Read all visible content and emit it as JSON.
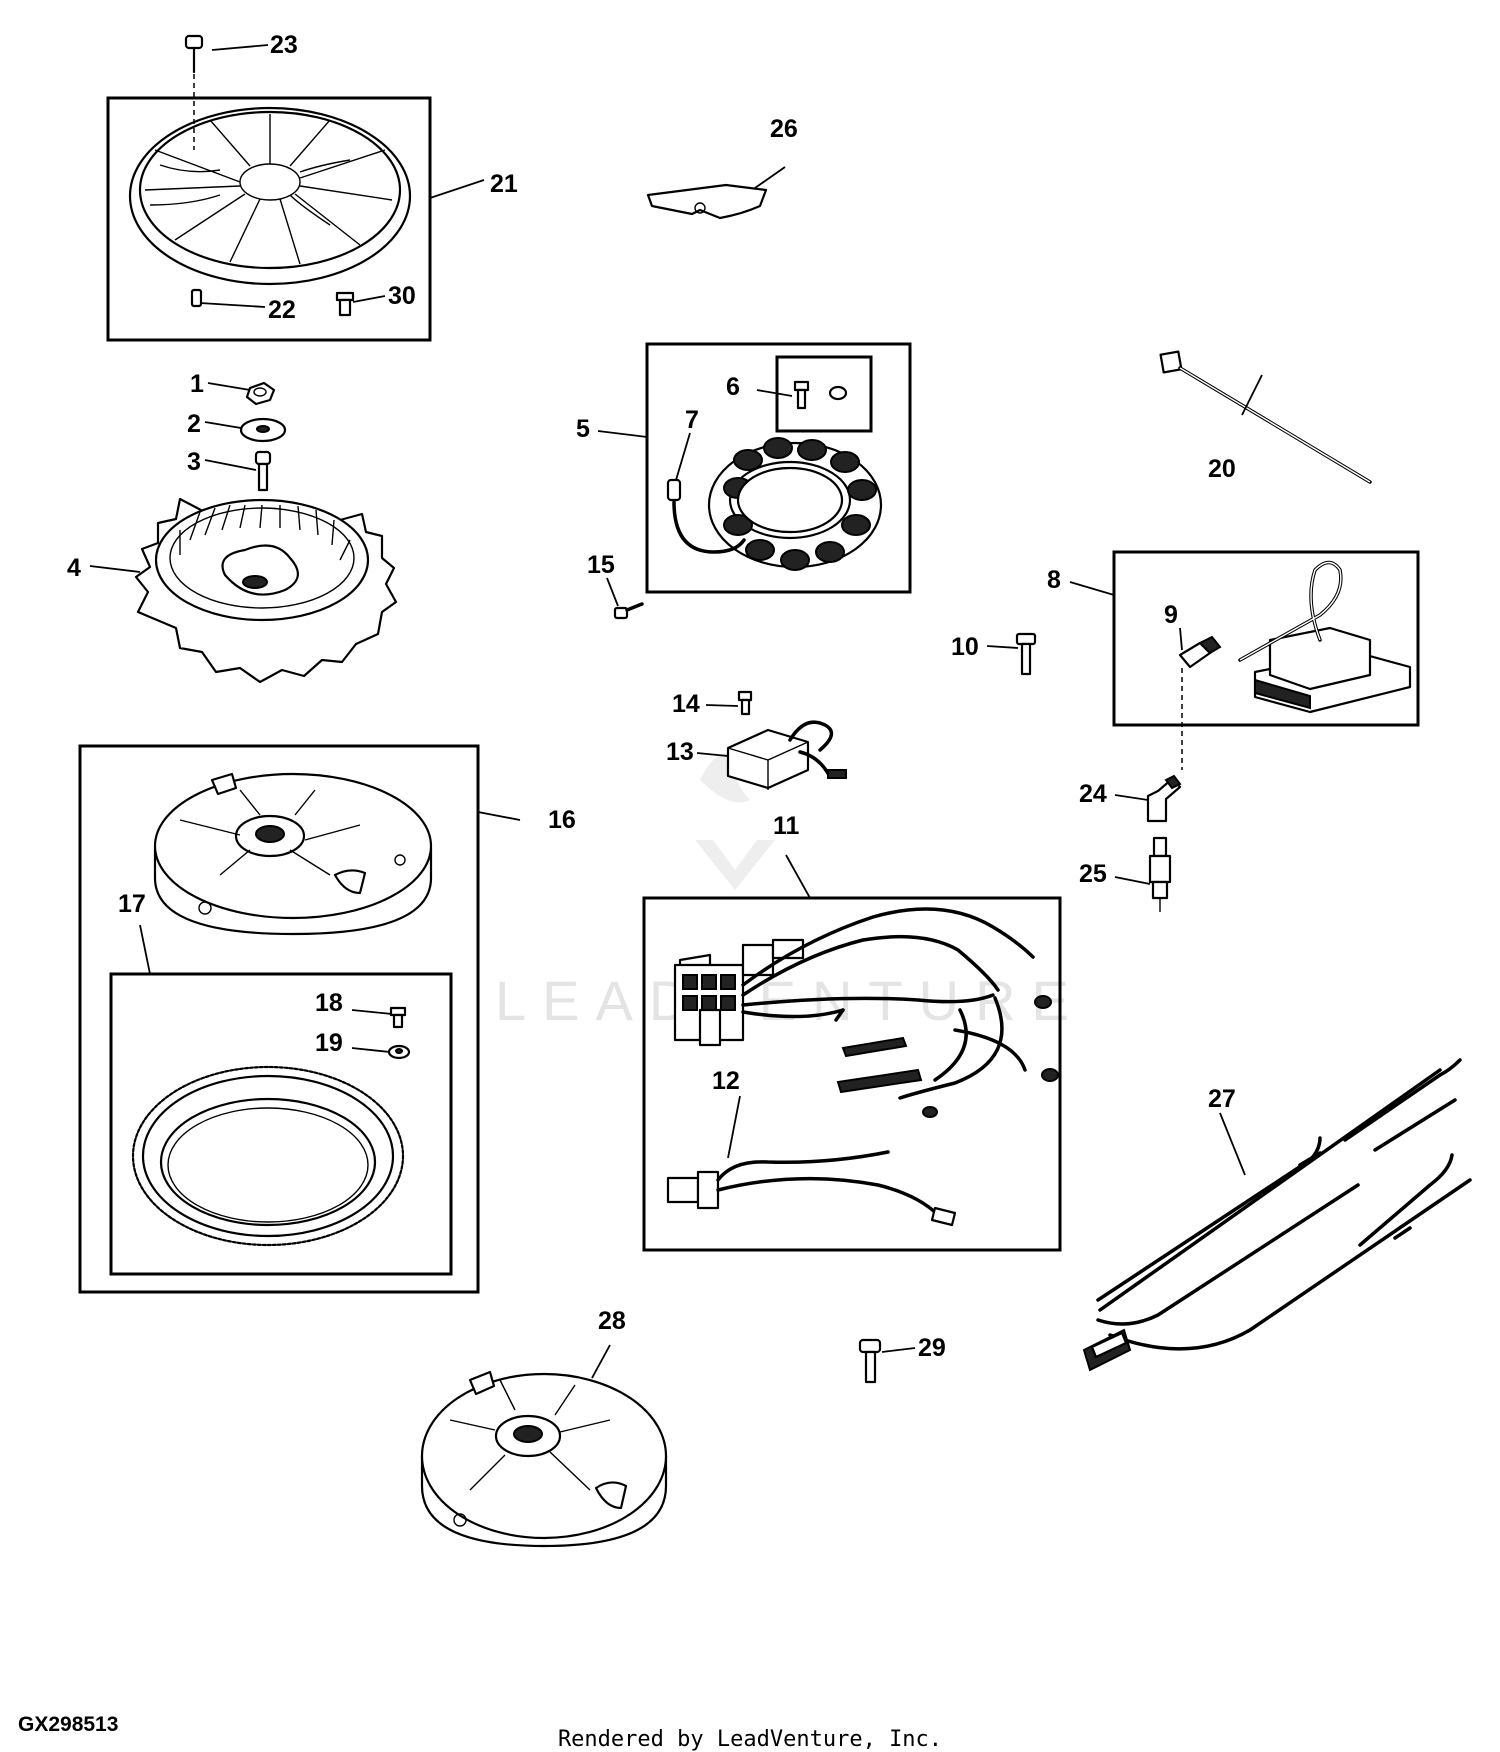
{
  "diagram": {
    "figure_id": "GX298513",
    "credit": "Rendered by LeadVenture, Inc.",
    "watermark": "LEADVENTURE",
    "callouts": [
      "1",
      "2",
      "3",
      "4",
      "5",
      "6",
      "7",
      "8",
      "9",
      "10",
      "11",
      "12",
      "13",
      "14",
      "15",
      "16",
      "17",
      "18",
      "19",
      "20",
      "21",
      "22",
      "23",
      "24",
      "25",
      "26",
      "27",
      "28",
      "29",
      "30"
    ]
  }
}
